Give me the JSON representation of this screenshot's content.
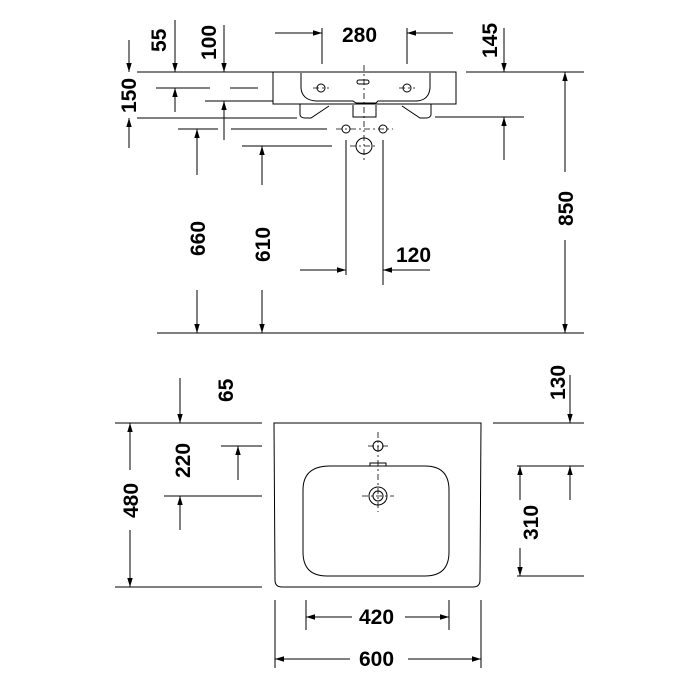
{
  "side_view": {
    "dimensions": {
      "d55": "55",
      "d100": "100",
      "d280": "280",
      "d145": "145",
      "d150": "150",
      "d660": "660",
      "d610": "610",
      "d120": "120",
      "d850": "850"
    }
  },
  "top_view": {
    "dimensions": {
      "d65": "65",
      "d130": "130",
      "d220": "220",
      "d480": "480",
      "d310": "310",
      "d420": "420",
      "d600": "600"
    }
  }
}
